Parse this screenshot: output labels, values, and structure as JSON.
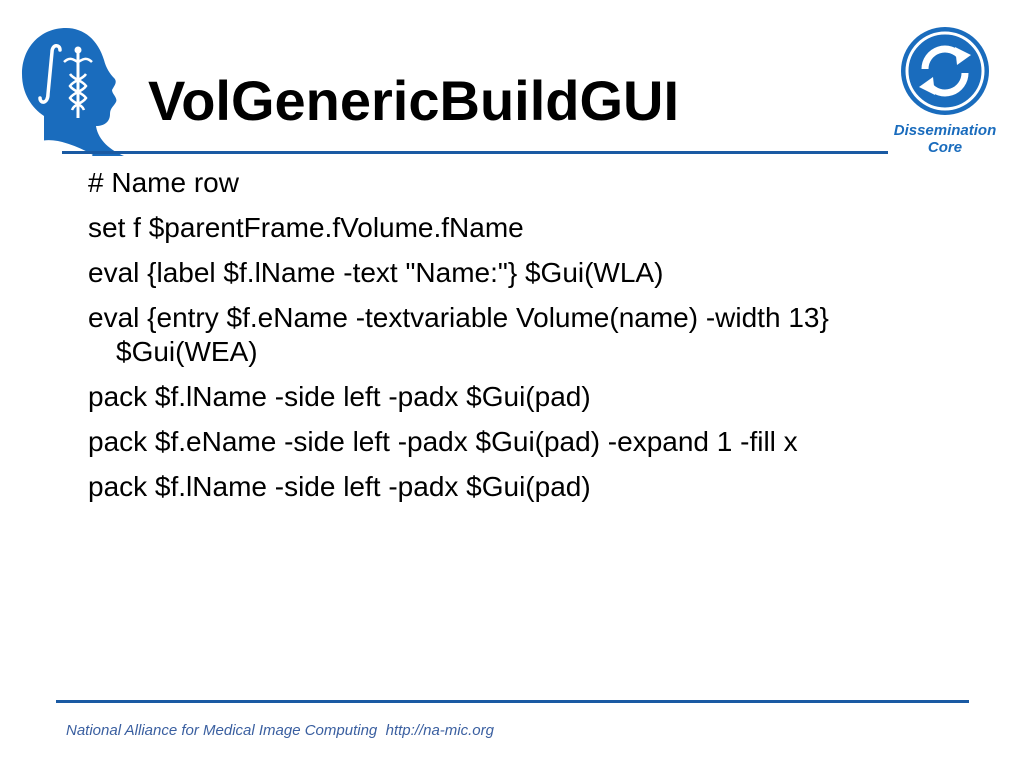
{
  "slide": {
    "title": "VolGenericBuildGUI",
    "lines": [
      "# Name row",
      "set f $parentFrame.fVolume.fName",
      "eval {label $f.lName -text \"Name:\"} $Gui(WLA)",
      "eval {entry $f.eName -textvariable Volume(name) -width 13} $Gui(WEA)",
      "pack  $f.lName -side left -padx $Gui(pad)",
      "pack $f.eName -side left -padx $Gui(pad) -expand 1 -fill x",
      "pack $f.lName -side left -padx $Gui(pad)"
    ]
  },
  "logos": {
    "left_icon": "head-caduceus-logo-icon",
    "right_icon": "refresh-arrows-icon",
    "right_label_line1": "Dissemination",
    "right_label_line2": "Core"
  },
  "footer": {
    "text": "National Alliance for Medical Image Computing  http://na-mic.org"
  },
  "colors": {
    "accent": "#1a5aa3",
    "logo_blue": "#1a6cbd",
    "title": "#000000",
    "footer_text": "#3a5fa0"
  }
}
